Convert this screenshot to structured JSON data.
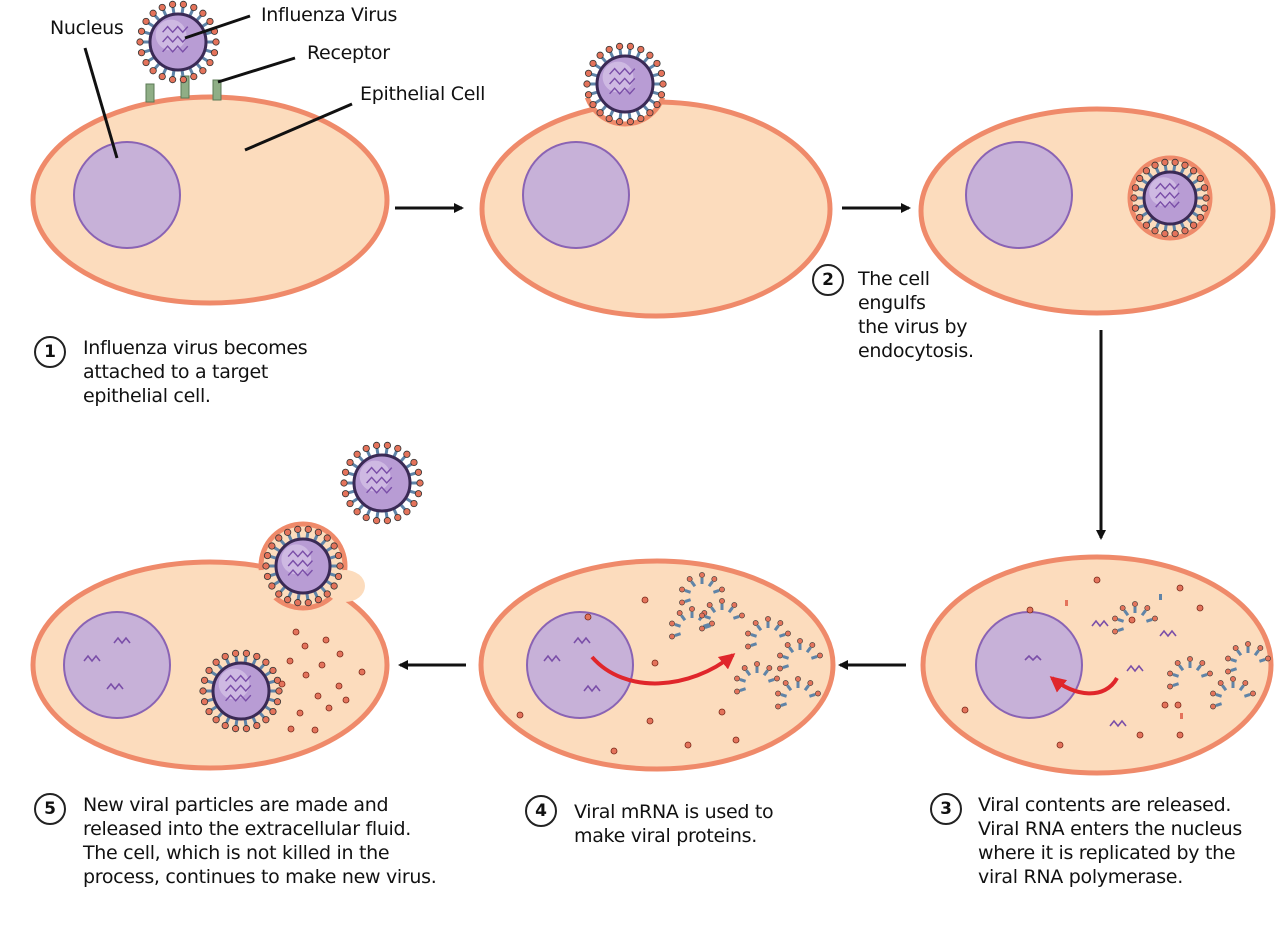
{
  "labels": {
    "nucleus": "Nucleus",
    "influenza_virus": "Influenza Virus",
    "receptor": "Receptor",
    "epithelial_cell": "Epithelial Cell"
  },
  "steps": [
    {
      "number": "1",
      "text": "Influenza virus becomes\nattached to a target\nepithelial cell."
    },
    {
      "number": "2",
      "text": "The cell\nengulfs\nthe virus by\nendocytosis."
    },
    {
      "number": "3",
      "text": "Viral contents are released.\nViral RNA enters the nucleus\nwhere it is replicated by the\nviral RNA polymerase."
    },
    {
      "number": "4",
      "text": "Viral mRNA is used to\nmake viral proteins."
    },
    {
      "number": "5",
      "text": "New viral particles are made and\nreleased into the extracellular fluid.\nThe cell, which is not killed in the\nprocess, continues to make new virus."
    }
  ],
  "colors": {
    "cytoplasm": "#fcdcbd",
    "membrane": "#ef8a6a",
    "nucleus": "#c7b1d8",
    "nucleus_border": "#8a63b4",
    "arrow": "#111111",
    "red_arrow": "#e0262b",
    "spike_ball": "#e4735b",
    "spike_stalk": "#5f84a8",
    "receptor": "#8fae86"
  }
}
